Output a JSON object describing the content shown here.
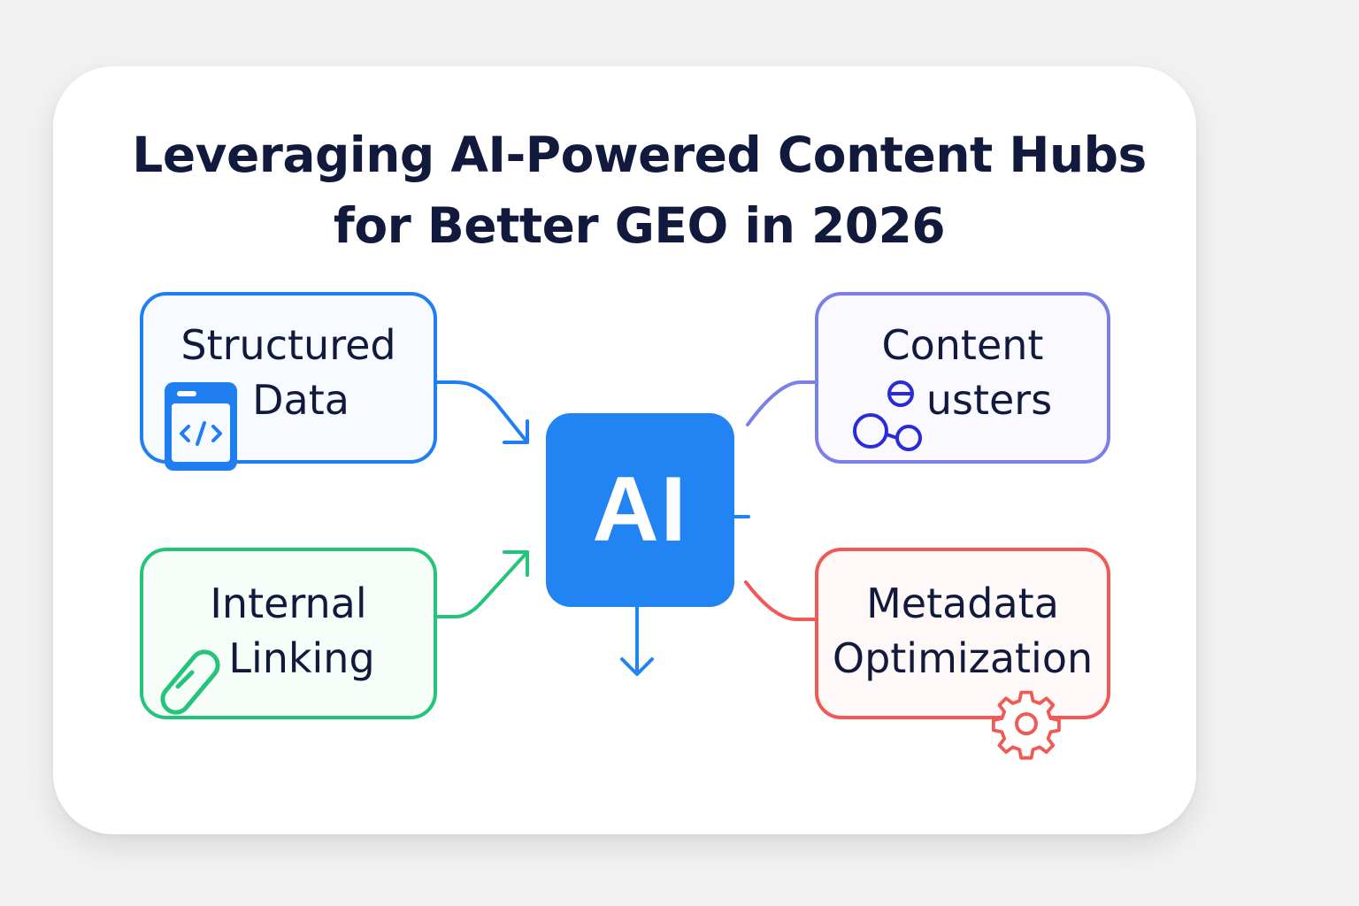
{
  "title": {
    "line1": "Leveraging AI-Powered Content Hubs",
    "line2": "for Better GEO in 2026"
  },
  "center": {
    "label": "AI"
  },
  "nodes": {
    "structured_data": {
      "line1": "Structured",
      "line2": "Data",
      "color": "#1f7ef0",
      "icon": "code-window-icon"
    },
    "content_clusters": {
      "line1": "Content",
      "line2": "usters",
      "color": "#7b7fe8",
      "icon": "cluster-circles-icon"
    },
    "internal_linking": {
      "line1": "Internal",
      "line2": "Linking",
      "color": "#24c47a",
      "icon": "link-icon"
    },
    "metadata_optimization": {
      "line1": "Metadata",
      "line2": "Optimization",
      "color": "#ef5a55",
      "icon": "gear-icon"
    }
  },
  "colors": {
    "ai_blue": "#2283f3",
    "title": "#111a3c",
    "background": "#f2f2f3"
  }
}
